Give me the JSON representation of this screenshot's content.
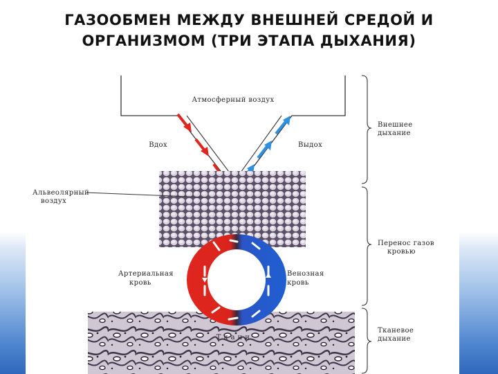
{
  "slide": {
    "title_line1": "ГАЗООБМЕН МЕЖДУ ВНЕШНЕЙ СРЕДОЙ И",
    "title_line2": "ОРГАНИЗМОМ (ТРИ ЭТАПА ДЫХАНИЯ)"
  },
  "diagram": {
    "labels": {
      "atmospheric_air": "Атмосферный воздух",
      "inhale": "Вдох",
      "exhale": "Выдох",
      "alveolar_air_line1": "Альвеолярный",
      "alveolar_air_line2": "воздух",
      "arterial_blood_line1": "Артериальная",
      "arterial_blood_line2": "кровь",
      "venous_blood_line1": "Венозная",
      "venous_blood_line2": "кровь",
      "tissues": "Т к а н и"
    },
    "stages": [
      {
        "line1": "Внешнее",
        "line2": "дыхание"
      },
      {
        "line1": "Перенос газов",
        "line2": "кровью"
      },
      {
        "line1": "Тканевое",
        "line2": "дыхание"
      }
    ],
    "colors": {
      "arterial": "#e0261e",
      "venous": "#1f5fd0",
      "exhale_arrow": "#2f8fe0",
      "inhale_arrow": "#e0261e"
    }
  }
}
